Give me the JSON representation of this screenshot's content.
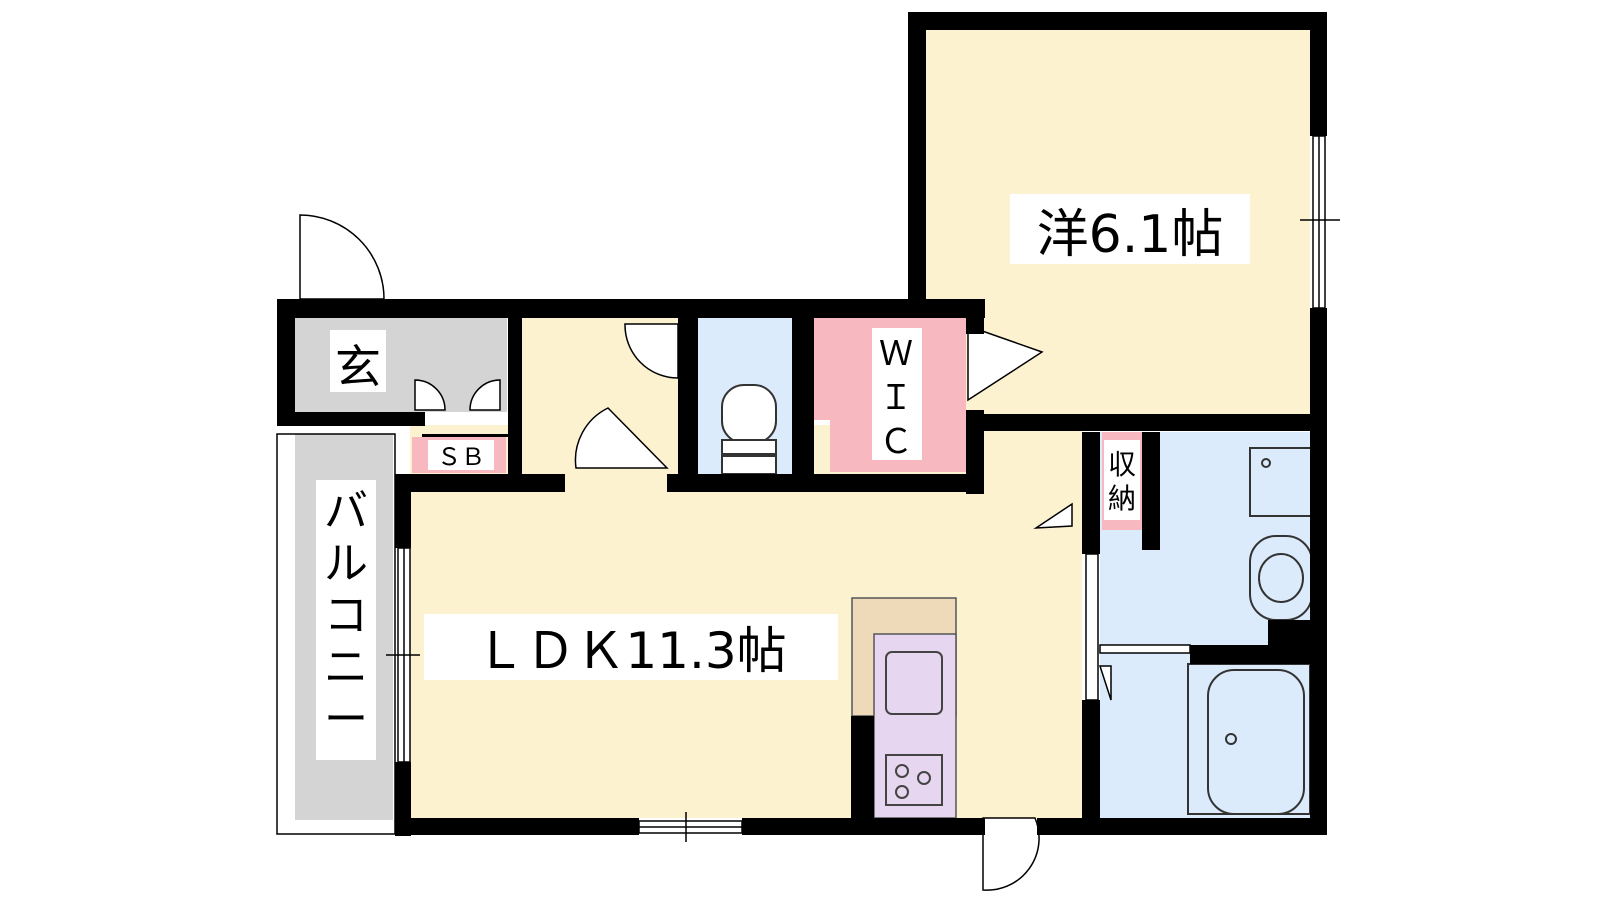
{
  "colors": {
    "wall": "#000000",
    "room_beige": "#fdf2d0",
    "wet_blue": "#dcebfb",
    "wic_pink": "#f7b9bf",
    "entrance_gray": "#d4d4d4",
    "balcony_gray": "#d4d4d4",
    "sink_lavender": "#e7d6f0",
    "counter_tan": "#eed9b8",
    "label_bg": "#ffffff"
  },
  "rooms": {
    "western": {
      "label": "洋6.1帖"
    },
    "ldk": {
      "label": "ＬＤＫ11.3帖"
    },
    "wic": {
      "label_lines": [
        "Ｗ",
        "Ｉ",
        "Ｃ"
      ]
    },
    "entrance": {
      "label": "玄"
    },
    "shoe_box": {
      "label": "ＳＢ"
    },
    "storage": {
      "label_lines": [
        "収",
        "納"
      ]
    },
    "balcony": {
      "label_lines": [
        "バ",
        "ル",
        "コ",
        "ニ",
        "ー"
      ]
    }
  },
  "icons": [
    "door-swing-icon",
    "toilet-icon",
    "sink-icon",
    "stove-icon",
    "bathtub-icon",
    "washbasin-icon"
  ]
}
